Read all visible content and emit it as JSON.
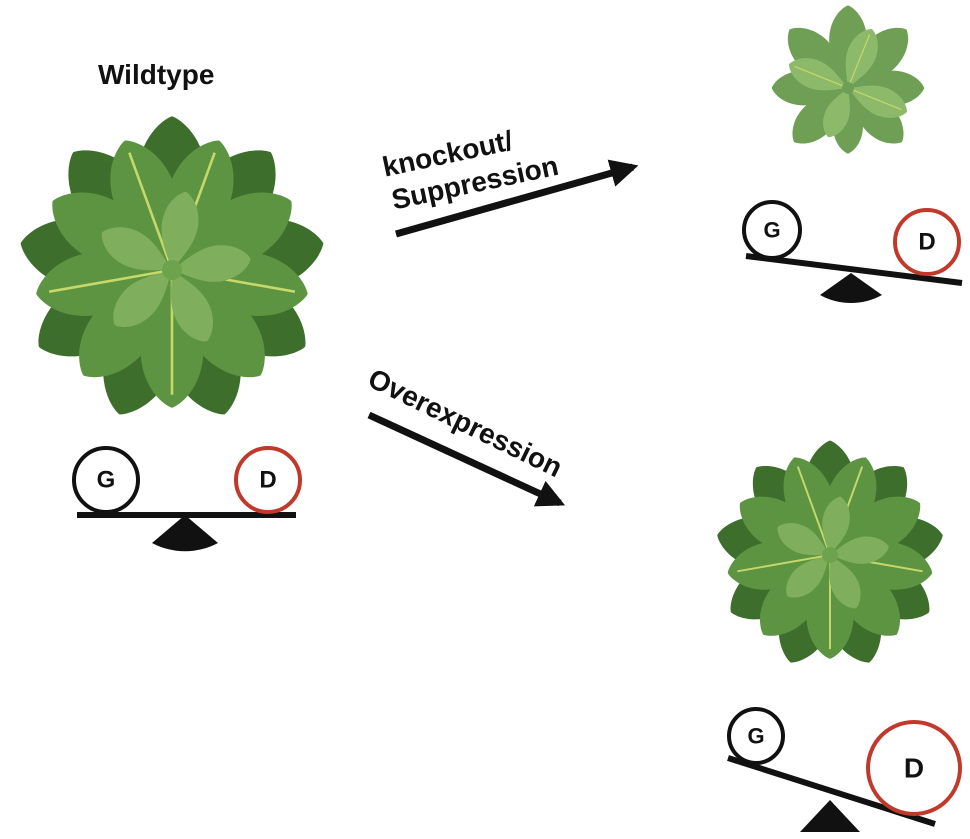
{
  "labels": {
    "wildtype": "Wildtype",
    "knockout_line1": "knockout/",
    "knockout_line2": "Suppression",
    "overexpression": "Overexpression"
  },
  "balance": {
    "growth": "G",
    "defense": "D"
  },
  "colors": {
    "leaf_light": "#7fae5c",
    "leaf_mid": "#5c9442",
    "leaf_dark": "#3d6e2c",
    "vein": "#c6d86a",
    "defense_ring": "#c0392b",
    "ink": "#111111"
  },
  "icons": {
    "plant": "rosette-plant-icon",
    "arrow": "arrow-right-icon",
    "balance": "seesaw-balance-icon"
  }
}
